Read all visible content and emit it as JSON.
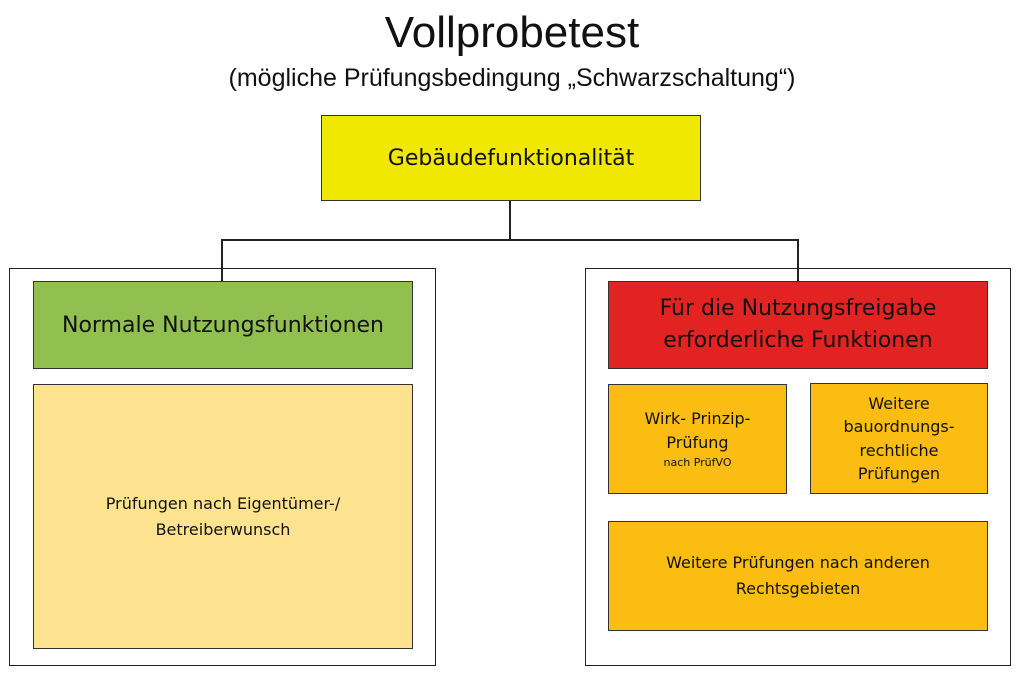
{
  "title": "Vollprobetest",
  "subtitle": "(mögliche Prüfungsbedingung „Schwarzschaltung“)",
  "root": {
    "label": "Gebäudefunktionalität",
    "color": "#f0e800"
  },
  "left": {
    "header": {
      "label": "Normale Nutzungsfunktionen",
      "color": "#92c050"
    },
    "body": {
      "line1": "Prüfungen nach Eigentümer-/",
      "line2": "Betreiberwunsch",
      "color": "#fde290"
    }
  },
  "right": {
    "header": {
      "line1": "Für die Nutzungsfreigabe",
      "line2": "erforderliche Funktionen",
      "color": "#e32322"
    },
    "box1": {
      "line1": "Wirk- Prinzip-",
      "line2": "Prüfung",
      "line3": "nach PrüfVO",
      "color": "#fbbd12"
    },
    "box2": {
      "line1": "Weitere",
      "line2": "bauordnungs-",
      "line3": "rechtliche",
      "line4": "Prüfungen",
      "color": "#fbbd12"
    },
    "box3": {
      "line1": "Weitere Prüfungen nach anderen",
      "line2": "Rechtsgebieten",
      "color": "#fbbd12"
    }
  }
}
